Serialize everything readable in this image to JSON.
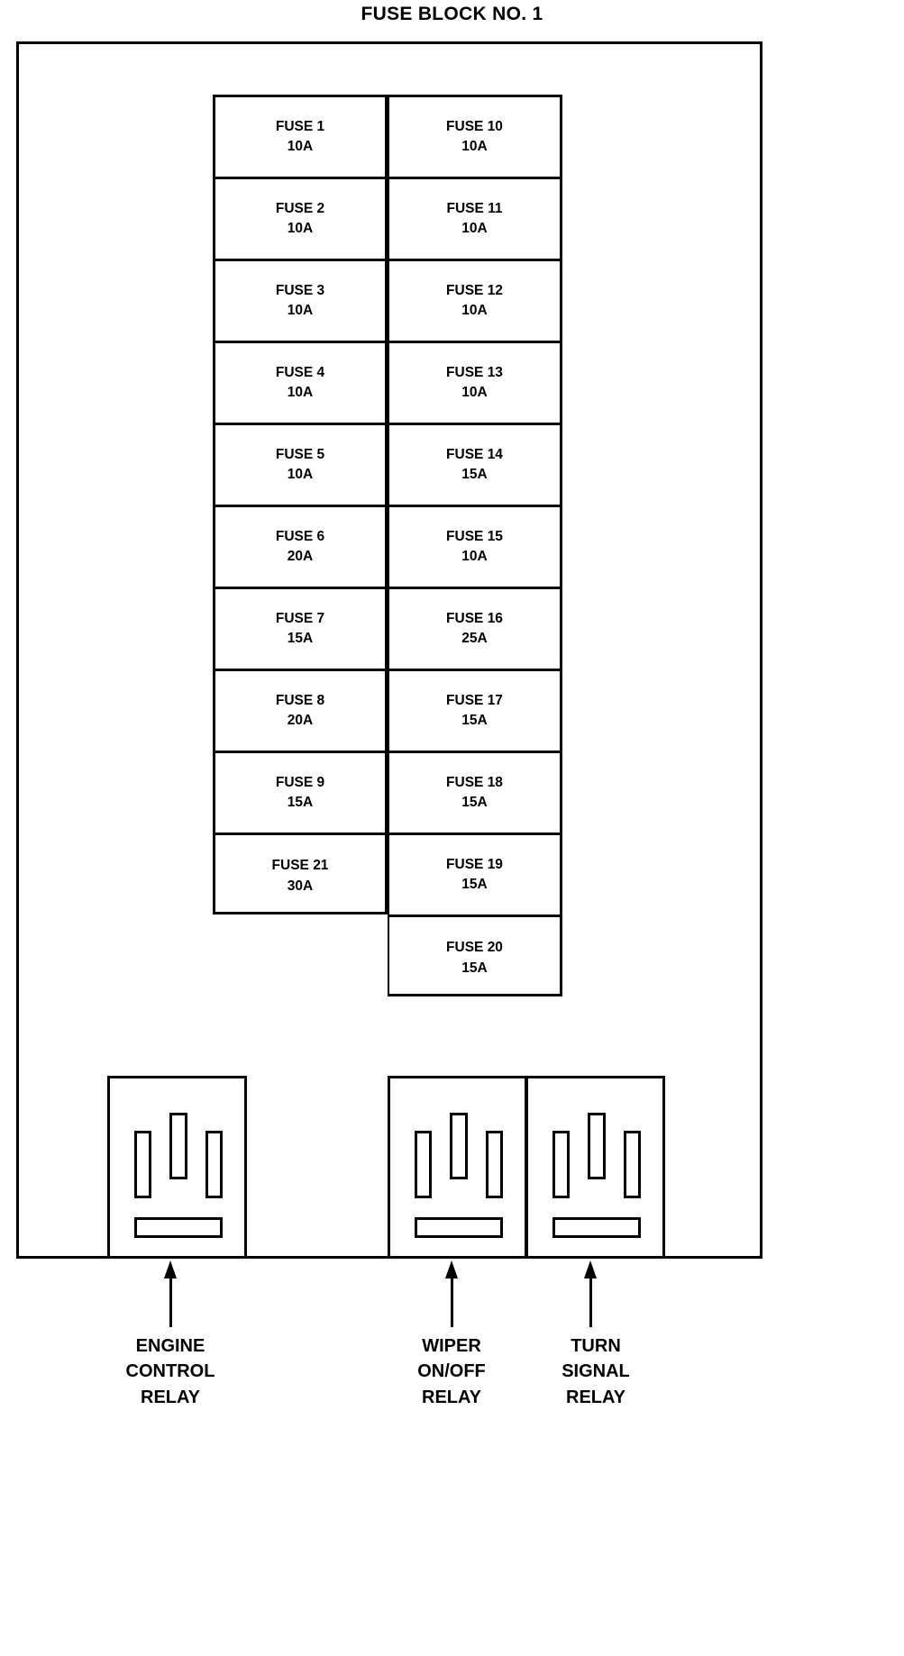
{
  "title": "FUSE BLOCK NO. 1",
  "fuse_grid": {
    "left_column": [
      {
        "name": "FUSE 1",
        "rating": "10A"
      },
      {
        "name": "FUSE 2",
        "rating": "10A"
      },
      {
        "name": "FUSE 3",
        "rating": "10A"
      },
      {
        "name": "FUSE 4",
        "rating": "10A"
      },
      {
        "name": "FUSE 5",
        "rating": "10A"
      },
      {
        "name": "FUSE 6",
        "rating": "20A"
      },
      {
        "name": "FUSE 7",
        "rating": "15A"
      },
      {
        "name": "FUSE 8",
        "rating": "20A"
      },
      {
        "name": "FUSE 9",
        "rating": "15A"
      },
      {
        "name": "FUSE 21",
        "rating": "30A"
      }
    ],
    "right_column": [
      {
        "name": "FUSE 10",
        "rating": "10A"
      },
      {
        "name": "FUSE 11",
        "rating": "10A"
      },
      {
        "name": "FUSE 12",
        "rating": "10A"
      },
      {
        "name": "FUSE 13",
        "rating": "10A"
      },
      {
        "name": "FUSE 14",
        "rating": "15A"
      },
      {
        "name": "FUSE 15",
        "rating": "10A"
      },
      {
        "name": "FUSE 16",
        "rating": "25A"
      },
      {
        "name": "FUSE 17",
        "rating": "15A"
      },
      {
        "name": "FUSE 18",
        "rating": "15A"
      },
      {
        "name": "FUSE 19",
        "rating": "15A"
      },
      {
        "name": "FUSE 20",
        "rating": "15A"
      }
    ]
  },
  "relays": [
    {
      "label_lines": [
        "ENGINE",
        "CONTROL",
        "RELAY"
      ]
    },
    {
      "label_lines": [
        "WIPER",
        "ON/OFF",
        "RELAY"
      ]
    },
    {
      "label_lines": [
        "TURN",
        "SIGNAL",
        "RELAY"
      ]
    }
  ],
  "colors": {
    "line": "#000000",
    "background": "#ffffff"
  }
}
